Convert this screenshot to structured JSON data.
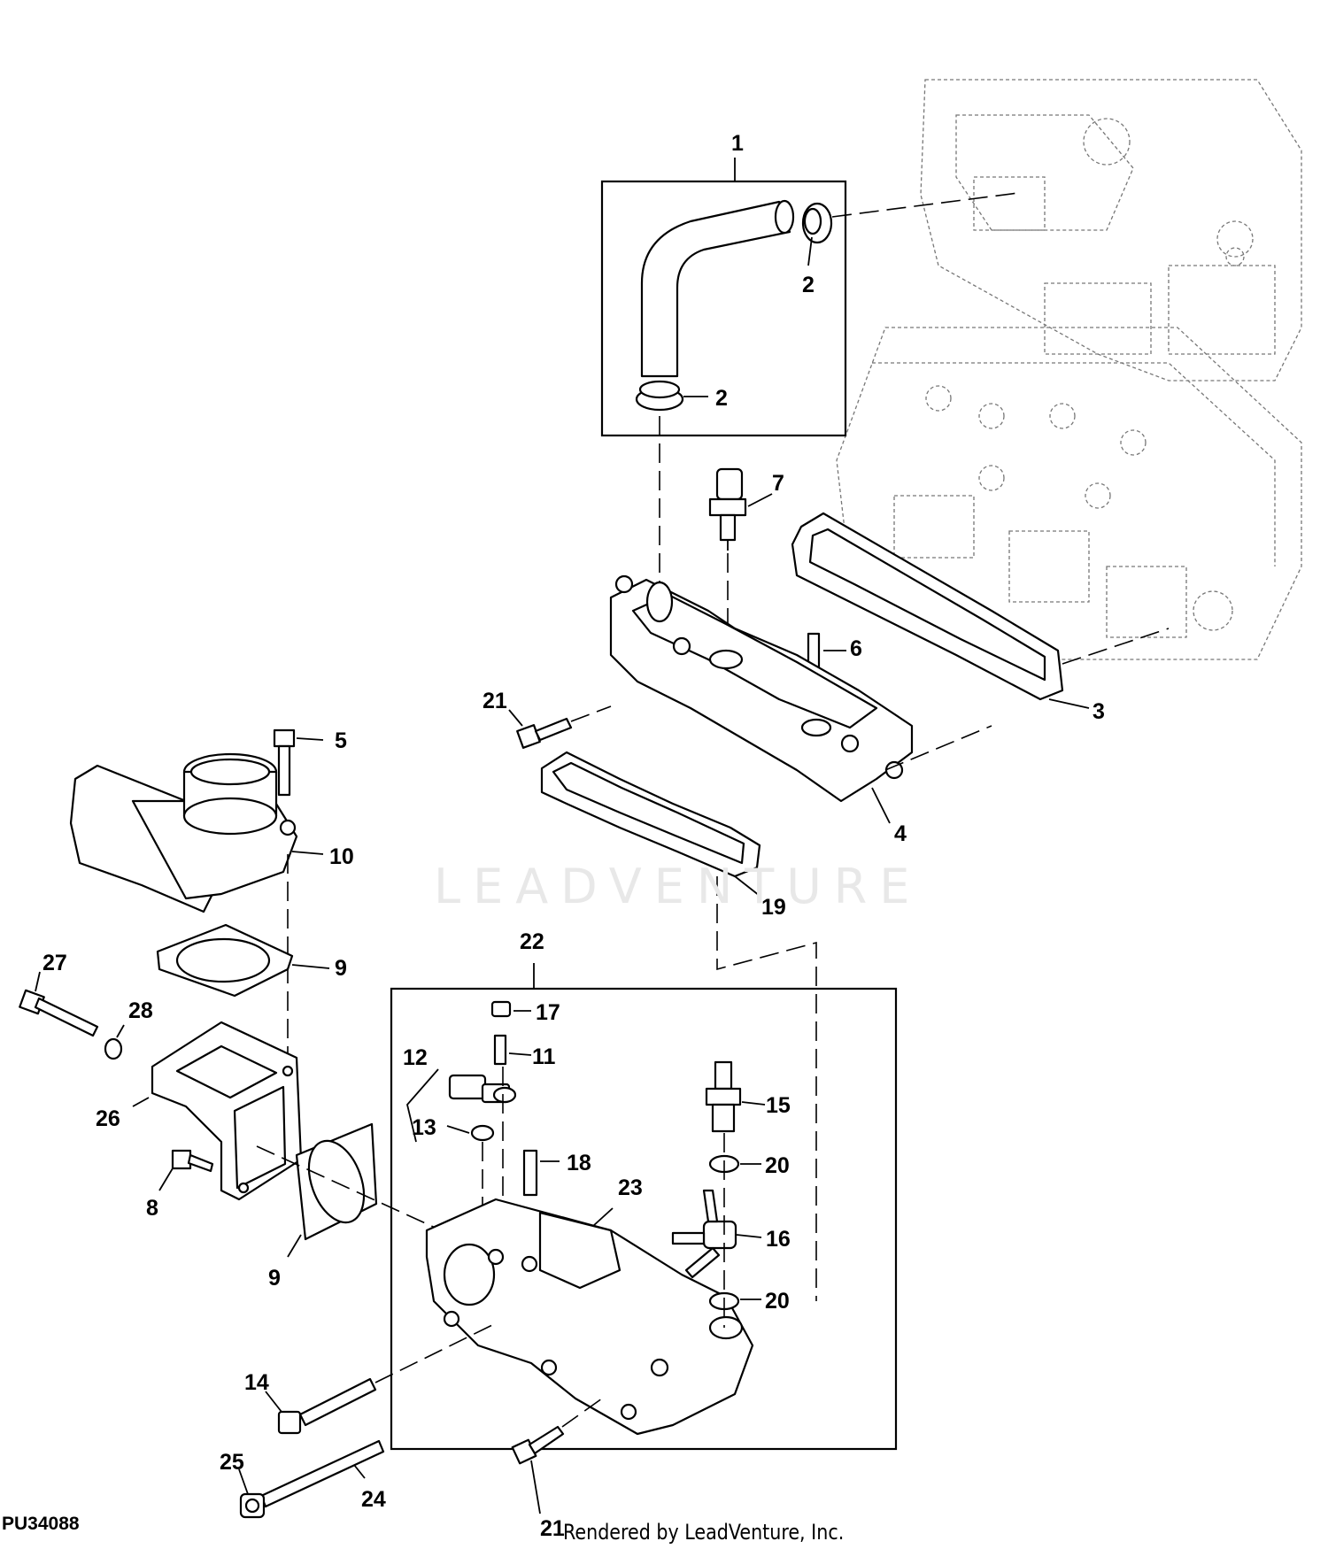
{
  "figure_id": "PU34088",
  "watermark": "LEADVENTURE",
  "credit": "Rendered by LeadVenture, Inc.",
  "callouts": [
    {
      "key": "c1",
      "text": "1"
    },
    {
      "key": "c2a",
      "text": "2"
    },
    {
      "key": "c2b",
      "text": "2"
    },
    {
      "key": "c3",
      "text": "3"
    },
    {
      "key": "c4",
      "text": "4"
    },
    {
      "key": "c5",
      "text": "5"
    },
    {
      "key": "c6",
      "text": "6"
    },
    {
      "key": "c7",
      "text": "7"
    },
    {
      "key": "c8",
      "text": "8"
    },
    {
      "key": "c9a",
      "text": "9"
    },
    {
      "key": "c9b",
      "text": "9"
    },
    {
      "key": "c10",
      "text": "10"
    },
    {
      "key": "c11",
      "text": "11"
    },
    {
      "key": "c12",
      "text": "12"
    },
    {
      "key": "c13",
      "text": "13"
    },
    {
      "key": "c14",
      "text": "14"
    },
    {
      "key": "c15",
      "text": "15"
    },
    {
      "key": "c16",
      "text": "16"
    },
    {
      "key": "c17",
      "text": "17"
    },
    {
      "key": "c18",
      "text": "18"
    },
    {
      "key": "c19",
      "text": "19"
    },
    {
      "key": "c20a",
      "text": "20"
    },
    {
      "key": "c20b",
      "text": "20"
    },
    {
      "key": "c21a",
      "text": "21"
    },
    {
      "key": "c21b",
      "text": "21"
    },
    {
      "key": "c22",
      "text": "22"
    },
    {
      "key": "c23",
      "text": "23"
    },
    {
      "key": "c24",
      "text": "24"
    },
    {
      "key": "c25",
      "text": "25"
    },
    {
      "key": "c26",
      "text": "26"
    },
    {
      "key": "c27",
      "text": "27"
    },
    {
      "key": "c28",
      "text": "28"
    }
  ]
}
